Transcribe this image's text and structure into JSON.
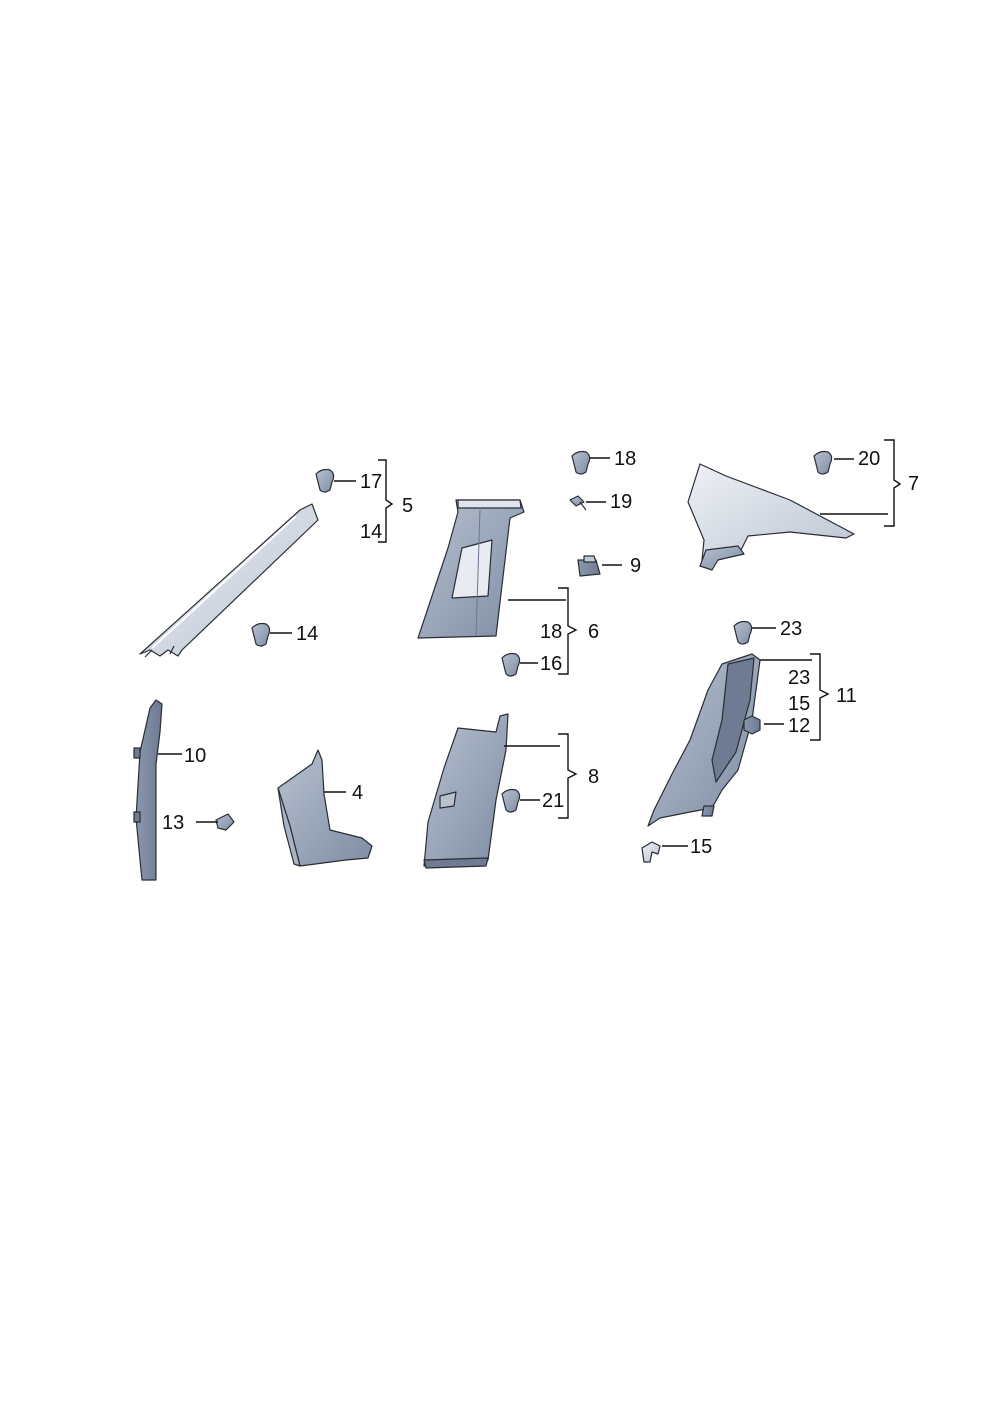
{
  "colors": {
    "part_dark": "#8391a8",
    "part_mid": "#9aa6bb",
    "part_light": "#c9d1de",
    "part_highlight": "#e9edf3",
    "line": "#111111"
  },
  "callouts": {
    "c17": "17",
    "c14a": "14",
    "c5": "5",
    "c14b": "14",
    "c18a": "18",
    "c19": "19",
    "c9": "9",
    "c18b": "18",
    "c6": "6",
    "c16": "16",
    "c20": "20",
    "c7": "7",
    "c23a": "23",
    "c23b": "23",
    "c15a": "15",
    "c12": "12",
    "c11": "11",
    "c10": "10",
    "c13": "13",
    "c4": "4",
    "c8": "8",
    "c21": "21",
    "c15b": "15"
  }
}
